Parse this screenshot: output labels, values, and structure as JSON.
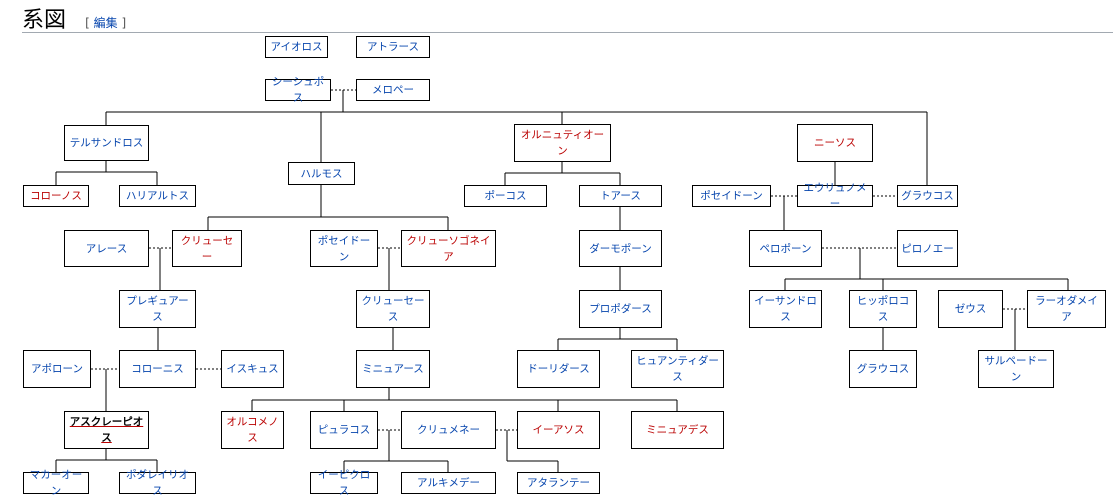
{
  "header": {
    "title": "系図",
    "edit_open": "[",
    "edit_label": "編集",
    "edit_close": "]"
  },
  "nodes": [
    {
      "id": "aiolos",
      "label": "アイオロス",
      "type": "link"
    },
    {
      "id": "atlas",
      "label": "アトラース",
      "type": "link"
    },
    {
      "id": "sisyphus",
      "label": "シーシュポス",
      "type": "link"
    },
    {
      "id": "merope",
      "label": "メロペー",
      "type": "link"
    },
    {
      "id": "thersandros",
      "label": "テルサンドロス",
      "type": "link"
    },
    {
      "id": "halmos",
      "label": "ハルモス",
      "type": "link"
    },
    {
      "id": "ornytion",
      "label": "オルニュティオーン",
      "type": "red"
    },
    {
      "id": "nisos",
      "label": "ニーソス",
      "type": "red"
    },
    {
      "id": "koronos",
      "label": "コローノス",
      "type": "red"
    },
    {
      "id": "haliartos",
      "label": "ハリアルトス",
      "type": "link"
    },
    {
      "id": "phokos",
      "label": "ポーコス",
      "type": "link"
    },
    {
      "id": "thoas",
      "label": "トアース",
      "type": "link"
    },
    {
      "id": "poseidon1",
      "label": "ポセイドーン",
      "type": "link"
    },
    {
      "id": "eurynome",
      "label": "エウリュノメー",
      "type": "link"
    },
    {
      "id": "glaukos1",
      "label": "グラウコス",
      "type": "link"
    },
    {
      "id": "ares",
      "label": "アレース",
      "type": "link"
    },
    {
      "id": "chryse1",
      "label": "クリューセー",
      "type": "red"
    },
    {
      "id": "poseidon2",
      "label": "ポセイドーン",
      "type": "link"
    },
    {
      "id": "chrysogeneia",
      "label": "クリューソゴネイア",
      "type": "red"
    },
    {
      "id": "damophon",
      "label": "ダーモポーン",
      "type": "link"
    },
    {
      "id": "pelops",
      "label": "ペロポーン",
      "type": "link"
    },
    {
      "id": "pelonoe",
      "label": "ピロノエー",
      "type": "link"
    },
    {
      "id": "phlegyas",
      "label": "プレギュアース",
      "type": "link"
    },
    {
      "id": "chryses",
      "label": "クリューセース",
      "type": "link"
    },
    {
      "id": "propodas",
      "label": "プロポダース",
      "type": "link"
    },
    {
      "id": "isandros",
      "label": "イーサンドロス",
      "type": "link"
    },
    {
      "id": "hippolochos",
      "label": "ヒッポロコス",
      "type": "link"
    },
    {
      "id": "zeus",
      "label": "ゼウス",
      "type": "link"
    },
    {
      "id": "laodameia",
      "label": "ラーオダメイア",
      "type": "link"
    },
    {
      "id": "apollon",
      "label": "アポローン",
      "type": "link"
    },
    {
      "id": "koronis",
      "label": "コローニス",
      "type": "link"
    },
    {
      "id": "ischys",
      "label": "イスキュス",
      "type": "link"
    },
    {
      "id": "minyas",
      "label": "ミニュアース",
      "type": "link"
    },
    {
      "id": "dorieus",
      "label": "ドーリダース",
      "type": "link"
    },
    {
      "id": "hyanthidas",
      "label": "ヒュアンティダース",
      "type": "link"
    },
    {
      "id": "glaukos2",
      "label": "グラウコス",
      "type": "link"
    },
    {
      "id": "sarpedon",
      "label": "サルペードーン",
      "type": "link"
    },
    {
      "id": "asklepios",
      "label": "アスクレーピオス",
      "type": "bold"
    },
    {
      "id": "orchomenos",
      "label": "オルコメノス",
      "type": "red"
    },
    {
      "id": "phylakos",
      "label": "ピュラコス",
      "type": "link"
    },
    {
      "id": "klymene",
      "label": "クリュメネー",
      "type": "link"
    },
    {
      "id": "iasos",
      "label": "イーアソス",
      "type": "red"
    },
    {
      "id": "minyades",
      "label": "ミニュアデス",
      "type": "red"
    },
    {
      "id": "machaon",
      "label": "マカーオーン",
      "type": "link"
    },
    {
      "id": "podaleirios",
      "label": "ポダレイリオス",
      "type": "link"
    },
    {
      "id": "iphiklos",
      "label": "イーピクロス",
      "type": "link"
    },
    {
      "id": "alkimede",
      "label": "アルキメデー",
      "type": "link"
    },
    {
      "id": "atalante",
      "label": "アタランテー",
      "type": "link"
    }
  ]
}
